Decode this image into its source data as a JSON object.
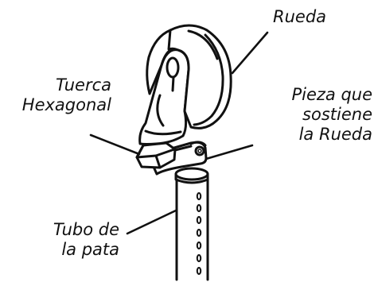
{
  "labels": {
    "wheel": "Rueda",
    "hex_nut": [
      "Tuerca",
      "Hexagonal"
    ],
    "wheel_holder": [
      "Pieza que",
      "sostiene",
      "la Rueda"
    ],
    "leg_tube": [
      "Tubo de",
      "la pata"
    ]
  },
  "colors": {
    "stroke": "#111111",
    "background": "#ffffff"
  }
}
